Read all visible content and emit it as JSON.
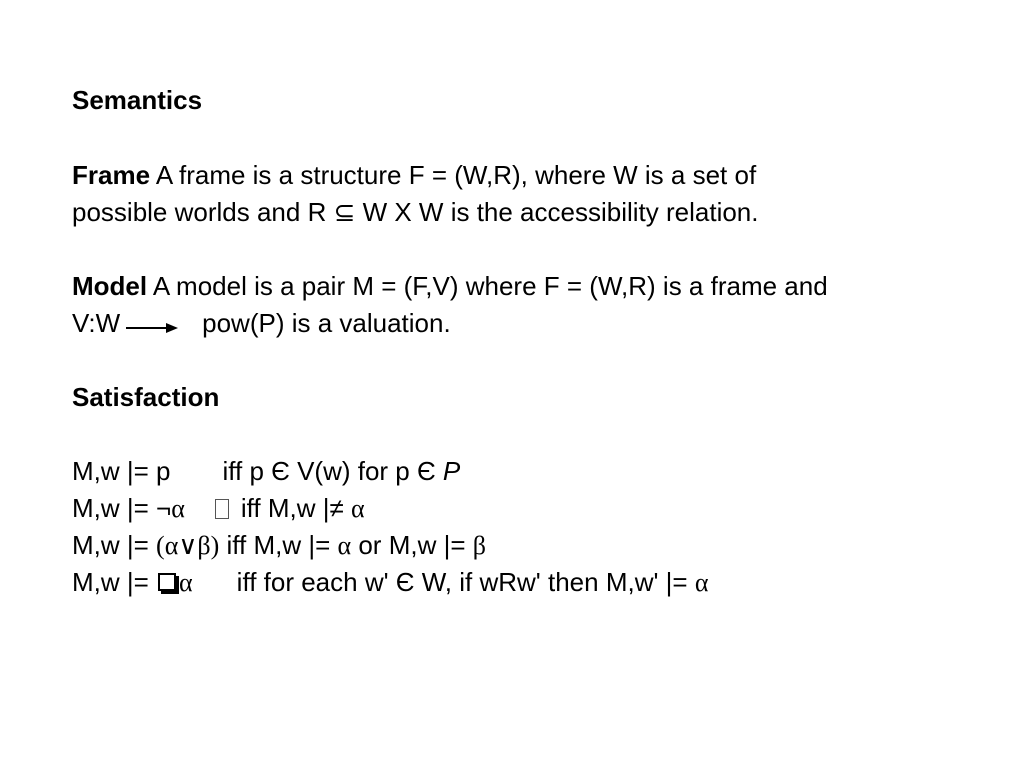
{
  "heading": "Semantics",
  "frame": {
    "label": "Frame",
    "line1": "A frame is a structure F = (W,R), where W is a set of",
    "line2_a": "possible worlds and R ",
    "subset_symbol": "⊆",
    "line2_b": " W X W is the accessibility relation."
  },
  "model": {
    "label": "Model",
    "line1": "A model is a pair M = (F,V) where F = (W,R) is a frame and",
    "line2_a": "V:W",
    "line2_b": "pow(P) is a valuation."
  },
  "satisfaction": {
    "label": "Satisfaction",
    "rule1": {
      "lhs": "M,w |= p",
      "rhs_a": "iff p Є V(w)  for  p Є ",
      "rhs_italic": "P"
    },
    "rule2": {
      "lhs": "M,w |= ¬",
      "alpha": "α",
      "rhs": "iff M,w |≠ ",
      "alpha2": "α"
    },
    "rule3": {
      "lhs": "M,w |= ",
      "formula": "(α∨β)",
      "rhs_a": " iff M,w |= ",
      "alpha": "α",
      "rhs_b": "  or M,w |= ",
      "beta": "β"
    },
    "rule4": {
      "lhs": "M,w |= ",
      "alpha": "α",
      "rhs": "iff for each w' Є W, if wRw' then M,w' |= ",
      "alpha2": "α"
    }
  }
}
